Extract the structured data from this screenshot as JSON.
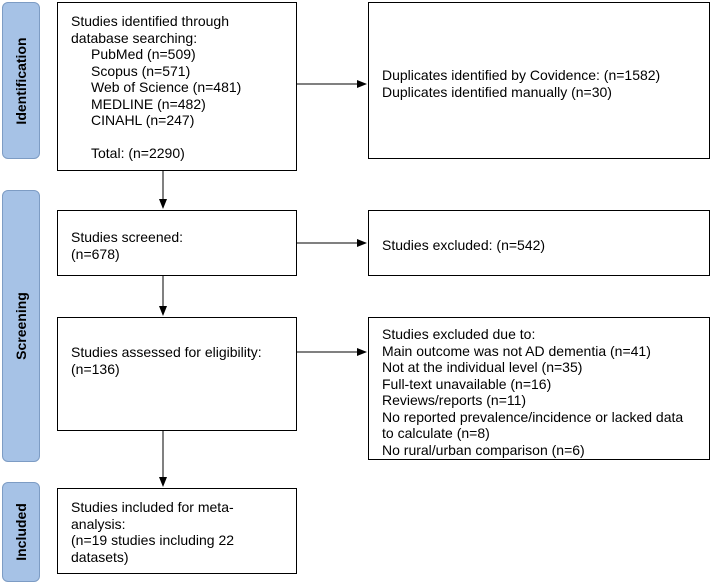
{
  "phases": {
    "identification": "Identification",
    "screening": "Screening",
    "included": "Included"
  },
  "boxes": {
    "identified": {
      "title_lines": [
        "Studies identified through",
        "database searching:"
      ],
      "sources": [
        "PubMed (n=509)",
        "Scopus (n=571)",
        "Web of Science (n=481)",
        "MEDLINE (n=482)",
        "CINAHL (n=247)"
      ],
      "total": "Total: (n=2290)"
    },
    "duplicates": {
      "lines": [
        "Duplicates identified by Covidence: (n=1582)",
        "Duplicates identified manually (n=30)"
      ]
    },
    "screened": {
      "lines": [
        "Studies screened:",
        "(n=678)"
      ]
    },
    "excluded_screening": {
      "lines": [
        "Studies excluded: (n=542)"
      ]
    },
    "eligibility": {
      "lines": [
        "Studies assessed for eligibility:",
        "(n=136)"
      ]
    },
    "excluded_eligibility": {
      "lines": [
        "Studies excluded due to:",
        "Main outcome was not AD dementia (n=41)",
        "Not at the individual level (n=35)",
        "Full-text unavailable (n=16)",
        "Reviews/reports (n=11)",
        "No reported prevalence/incidence or lacked data",
        "to calculate (n=8)",
        "No rural/urban comparison (n=6)"
      ]
    },
    "included": {
      "lines": [
        "Studies included for meta-",
        "analysis:",
        "(n=19 studies including 22",
        "datasets)"
      ]
    }
  }
}
